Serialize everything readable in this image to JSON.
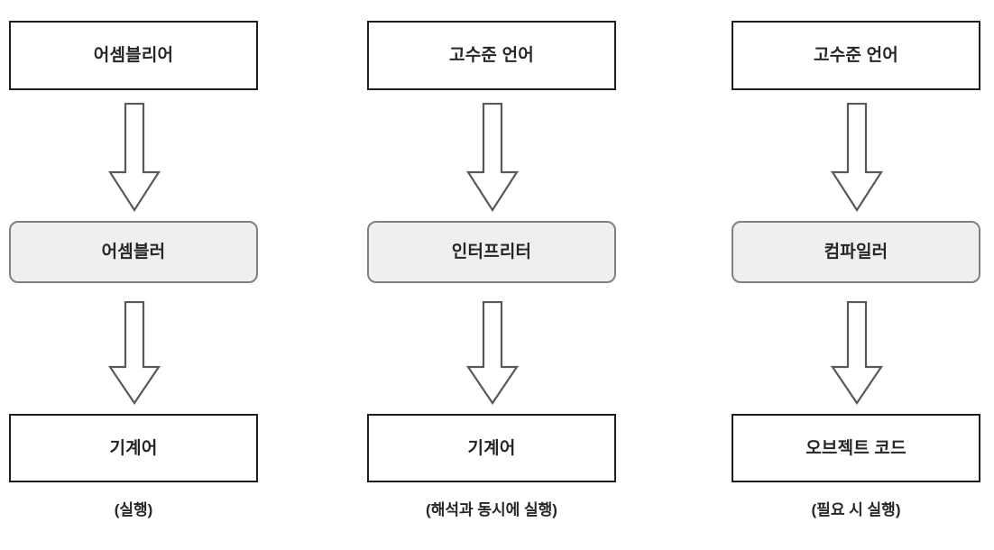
{
  "diagram": {
    "title": "language-translator-comparison",
    "background_color": "#ffffff",
    "box_border_color": "#1f1f1f",
    "processor_fill_color": "#efefef",
    "processor_border_color": "#808080",
    "text_color": "#262626",
    "arrow_stroke_color": "#595959",
    "arrow_fill_color": "#ffffff",
    "arrow_icon_name": "down-arrow-icon"
  },
  "columns": [
    {
      "id": "assembler-flow",
      "source": "어셈블리어",
      "processor": "어셈블러",
      "output": "기계어",
      "caption": "(실행)"
    },
    {
      "id": "interpreter-flow",
      "source": "고수준 언어",
      "processor": "인터프리터",
      "output": "기계어",
      "caption": "(해석과 동시에 실행)"
    },
    {
      "id": "compiler-flow",
      "source": "고수준 언어",
      "processor": "컴파일러",
      "output": "오브젝트 코드",
      "caption": "(필요 시 실행)"
    }
  ]
}
